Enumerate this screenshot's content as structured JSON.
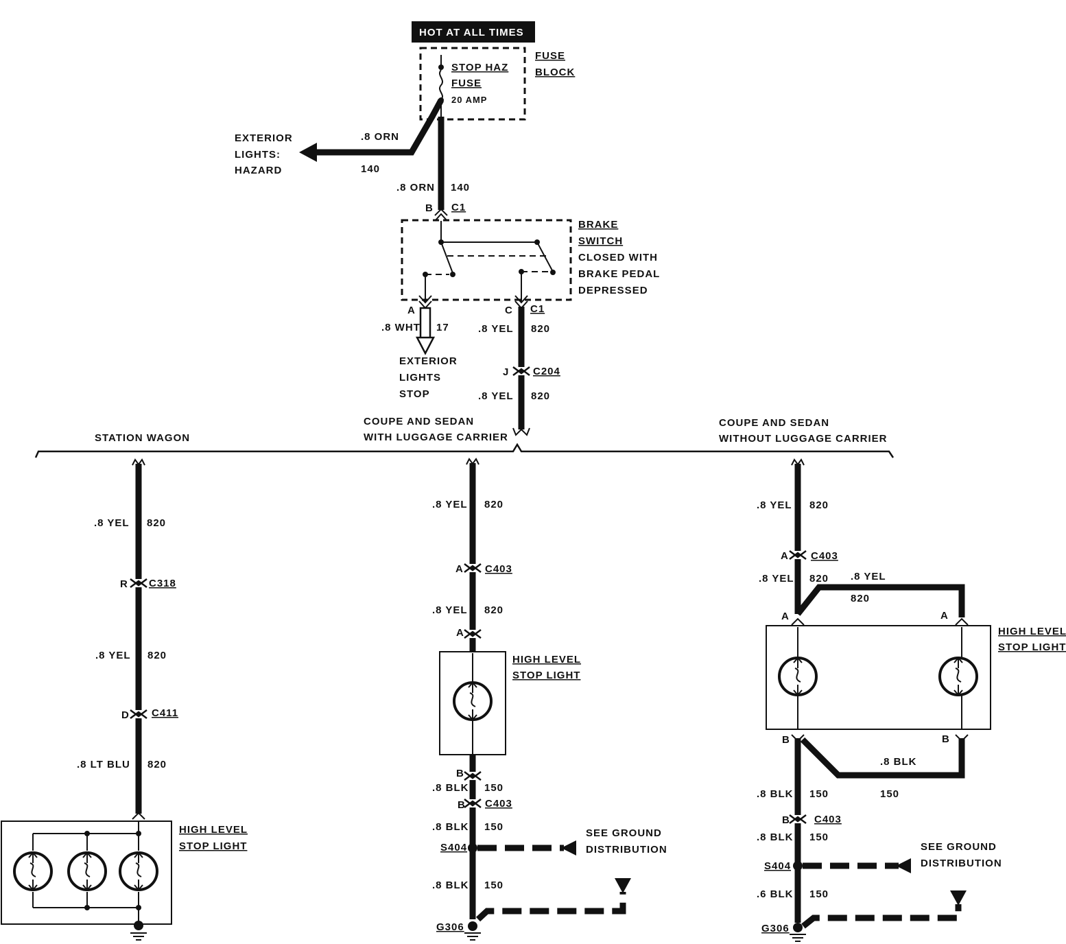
{
  "header": {
    "hot_at_all_times": "HOT AT ALL TIMES"
  },
  "fuse_block": {
    "name_line1": "FUSE",
    "name_line2": "BLOCK",
    "fuse_line1": "STOP HAZ",
    "fuse_line2": "FUSE",
    "rating": "20 AMP"
  },
  "hazard": {
    "line1": "EXTERIOR",
    "line2": "LIGHTS:",
    "line3": "HAZARD",
    "wire": ".8 ORN",
    "circuit": "140"
  },
  "main_feed": {
    "wire": ".8 ORN",
    "circuit": "140",
    "pin": "B",
    "connector": "C1"
  },
  "brake_switch": {
    "line1": "BRAKE",
    "line2": "SWITCH",
    "line3": "CLOSED WITH",
    "line4": "BRAKE PEDAL",
    "line5": "DEPRESSED"
  },
  "stop_output": {
    "pin": "A",
    "wire": ".8 WHT",
    "circuit": "17",
    "line1": "EXTERIOR",
    "line2": "LIGHTS",
    "line3": "STOP"
  },
  "yel_output": {
    "pin": "C",
    "connector": "C1",
    "wire1": ".8 YEL",
    "circuit1": "820",
    "pin2": "J",
    "connector2": "C204",
    "wire2": ".8 YEL",
    "circuit2": "820"
  },
  "variants": {
    "station_wagon": "STATION WAGON",
    "with_carrier_line1": "COUPE AND SEDAN",
    "with_carrier_line2": "WITH LUGGAGE CARRIER",
    "without_carrier_line1": "COUPE AND SEDAN",
    "without_carrier_line2": "WITHOUT LUGGAGE CARRIER"
  },
  "wagon": {
    "w1": ".8 YEL",
    "c1": "820",
    "pin1": "R",
    "conn1": "C318",
    "w2": ".8 YEL",
    "c2": "820",
    "pin2": "D",
    "conn2": "C411",
    "w3": ".8 LT BLU",
    "c3": "820",
    "lamp_line1": "HIGH LEVEL",
    "lamp_line2": "STOP LIGHT"
  },
  "with_carrier": {
    "w1": ".8 YEL",
    "c1": "820",
    "pin1": "A",
    "conn1": "C403",
    "w2": ".8 YEL",
    "c2": "820",
    "pin2": "A",
    "lamp_line1": "HIGH LEVEL",
    "lamp_line2": "STOP LIGHT",
    "pin3": "B",
    "w3": ".8 BLK",
    "c3": "150",
    "pin4": "B",
    "conn4": "C403",
    "w4": ".8 BLK",
    "c4": "150",
    "splice": "S404",
    "ground_line1": "SEE GROUND",
    "ground_line2": "DISTRIBUTION",
    "w5": ".8 BLK",
    "c5": "150",
    "ground": "G306"
  },
  "without_carrier": {
    "w1": ".8 YEL",
    "c1": "820",
    "pin1": "A",
    "conn1": "C403",
    "w2": ".8 YEL",
    "c2": "820",
    "w2b": ".8 YEL",
    "c2b": "820",
    "pin_left_top": "A",
    "pin_right_top": "A",
    "lamp_line1": "HIGH LEVEL",
    "lamp_line2": "STOP LIGHT",
    "pin_left_bot": "B",
    "pin_right_bot": "B",
    "w3b": ".8 BLK",
    "c3b": "150",
    "w3": ".8 BLK",
    "c3": "150",
    "pin4": "B",
    "conn4": "C403",
    "w4": ".8 BLK",
    "c4": "150",
    "splice": "S404",
    "ground_line1": "SEE GROUND",
    "ground_line2": "DISTRIBUTION",
    "w5": ".6 BLK",
    "c5": "150",
    "ground": "G306"
  }
}
